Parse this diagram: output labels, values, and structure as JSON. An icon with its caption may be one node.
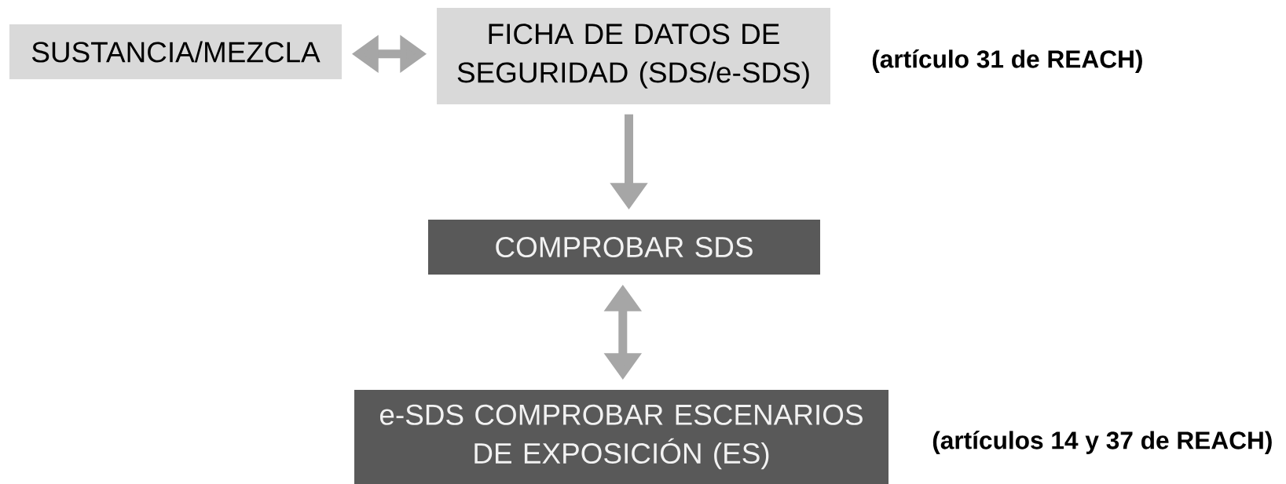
{
  "diagram": {
    "nodes": [
      {
        "text": [
          "SUSTANCIA/MEZCLA"
        ]
      },
      {
        "text": [
          "FICHA DE DATOS DE SEGURIDAD (SDS/e-SDS)"
        ],
        "beside": [
          "(artículo 31 de REACH)"
        ]
      },
      {
        "text": [
          "COMPROBAR SDS"
        ]
      },
      {
        "text": [
          "e-SDS COMPROBAR ESCENARIOS DE EXPOSICIÓN (ES)"
        ],
        "beside": [
          "(artículos 14 y 37 de REACH)"
        ]
      }
    ],
    "edges": [
      {
        "from": 0,
        "to": 1,
        "arrow": "both"
      },
      {
        "from": 1,
        "to": 2,
        "arrow": "to"
      },
      {
        "from": 2,
        "to": 3,
        "arrow": "both"
      }
    ]
  }
}
